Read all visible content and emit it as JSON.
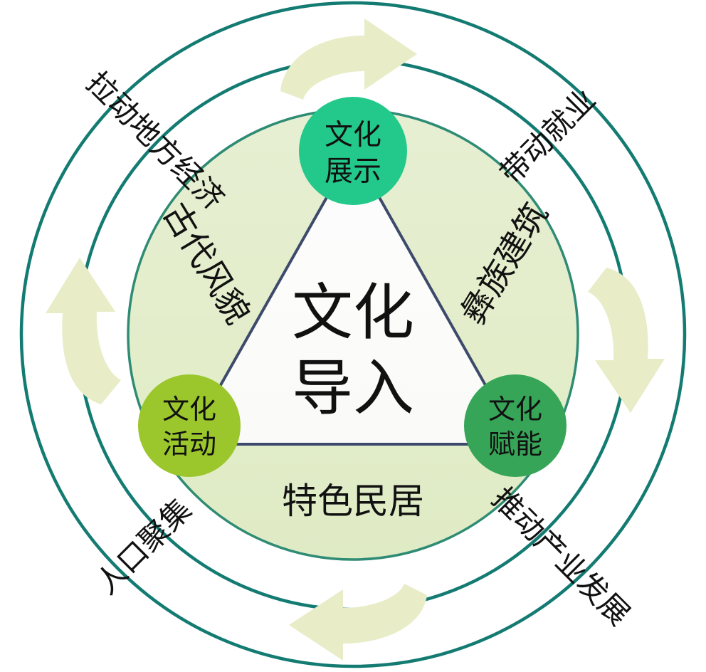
{
  "diagram": {
    "title_center": "文化导入",
    "type": "concentric-cycle-triangle",
    "colors": {
      "page_background": "#ffffff",
      "outer_ring_stroke": "#137B72",
      "mid_ring_stroke": "#137B72",
      "inner_disc_fill": "#E3EDCA",
      "inner_disc_stroke": "#2E8B74",
      "arrow_fill": "#E8EDC8",
      "triangle_stroke": "#3D4A6B",
      "triangle_fill": "#FFFFFF",
      "text_dark": "#111111",
      "node_top": "#23C98B",
      "node_left": "#9BC62C",
      "node_right": "#37A558"
    },
    "nodes": [
      {
        "id": "node-top",
        "label_line1": "文化",
        "label_line2": "展示",
        "color": "#23C98B",
        "text_color": "#111111"
      },
      {
        "id": "node-left",
        "label_line1": "文化",
        "label_line2": "活动",
        "color": "#9BC62C",
        "text_color": "#111111"
      },
      {
        "id": "node-right",
        "label_line1": "文化",
        "label_line2": "赋能",
        "color": "#37A558",
        "text_color": "#111111"
      }
    ],
    "inner_labels": [
      {
        "id": "inner-label-left",
        "text": "古代风貌"
      },
      {
        "id": "inner-label-right",
        "text": "彝族建筑"
      },
      {
        "id": "inner-label-bottom",
        "text": "特色民居"
      }
    ],
    "ring_labels": [
      {
        "id": "ring-label-top-left",
        "text": "拉动地方经济"
      },
      {
        "id": "ring-label-top-right",
        "text": "带动就业"
      },
      {
        "id": "ring-label-bottom-left",
        "text": "人口聚集"
      },
      {
        "id": "ring-label-bottom-right",
        "text": "推动产业发展"
      }
    ],
    "arrows": [
      {
        "id": "arrow-top",
        "direction": "right"
      },
      {
        "id": "arrow-right",
        "direction": "down"
      },
      {
        "id": "arrow-bottom",
        "direction": "left"
      },
      {
        "id": "arrow-left",
        "direction": "up"
      }
    ]
  }
}
